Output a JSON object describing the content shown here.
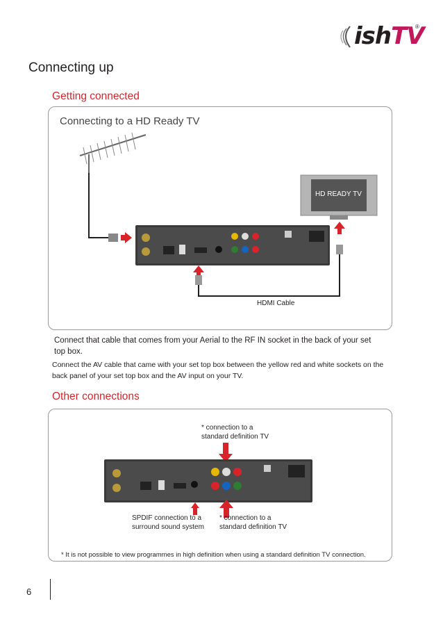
{
  "brand": {
    "logo_text_1": "ish",
    "logo_text_2": "TV",
    "registered": "®"
  },
  "section_title": "Connecting up",
  "getting_connected": {
    "title": "Getting connected",
    "panel_title": "Connecting to a HD Ready TV",
    "tv_label": "HD READY TV",
    "hdmi_label": "HDMI Cable",
    "para1": "Connect that cable that comes from your Aerial to the RF IN socket in the back of your set top box.",
    "para2": "Connect the AV cable that came with your set top box between the yellow red and white sockets on the back panel of your set top box and the AV input on your TV."
  },
  "other_connections": {
    "title": "Other connections",
    "top_label_line1": "*  connection to a",
    "top_label_line2": "standard definition TV",
    "spdif_line1": "SPDIF connection to a",
    "spdif_line2": "surround sound system",
    "comp_line1": "* connection to a",
    "comp_line2": "standard definition TV",
    "footnote": "* It is not possible to view programmes in high definition when using a standard definition TV  connection."
  },
  "page_number": "6",
  "colors": {
    "accent_red": "#d8232a",
    "brand_magenta": "#c2185b"
  }
}
